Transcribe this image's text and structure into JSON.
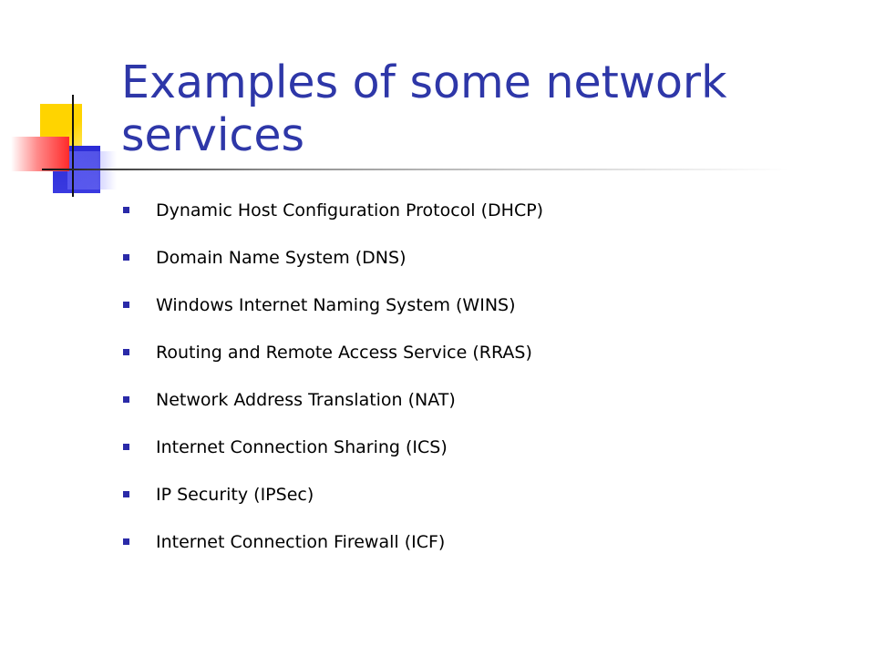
{
  "slide": {
    "title": "Examples of some network services",
    "bullets": [
      "Dynamic Host Configuration Protocol (DHCP)",
      "Domain Name System (DNS)",
      "Windows Internet Naming System (WINS)",
      "Routing and Remote Access Service (RRAS)",
      "Network Address Translation (NAT)",
      "Internet Connection Sharing (ICS)",
      "IP Security (IPSec)",
      "Internet Connection Firewall (ICF)"
    ]
  },
  "colors": {
    "title": "#2e37a8",
    "bullet_marker": "#2a2aa8",
    "text": "#000000"
  }
}
